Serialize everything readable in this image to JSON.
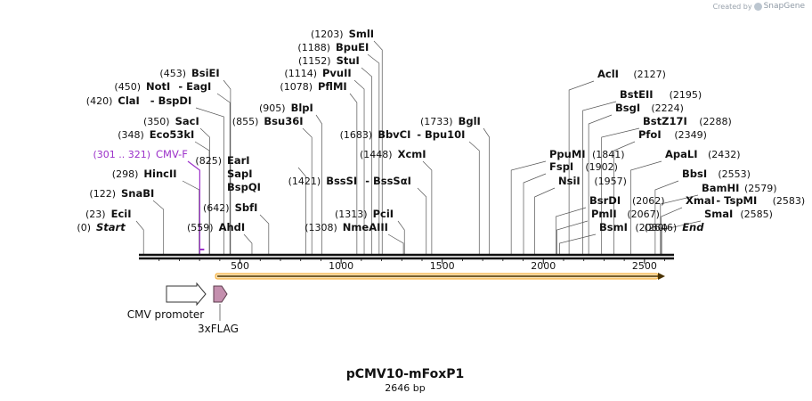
{
  "credit": {
    "created_by": "Created by",
    "brand": "SnapGene"
  },
  "plasmid": {
    "name": "pCMV10-mFoxP1",
    "length_label": "2646 bp",
    "length": 2646
  },
  "scale": {
    "ticks": [
      {
        "bp": 500,
        "label": "500"
      },
      {
        "bp": 1000,
        "label": "1000"
      },
      {
        "bp": 1500,
        "label": "1500"
      },
      {
        "bp": 2000,
        "label": "2000"
      },
      {
        "bp": 2500,
        "label": "2500"
      }
    ]
  },
  "sites": [
    {
      "name": "Start",
      "pos": "(0)",
      "bp": 0,
      "kind": "endpoint"
    },
    {
      "name": "EciI",
      "pos": "(23)",
      "bp": 23
    },
    {
      "name": "SnaBI",
      "pos": "(122)",
      "bp": 122
    },
    {
      "name": "HincII",
      "pos": "(298)",
      "bp": 298
    },
    {
      "name": "CMV-F",
      "pos": "(301 .. 321)",
      "bp": 301,
      "kind": "primer",
      "color": "#9b30c9"
    },
    {
      "name": "Eco53kI",
      "pos": "(348)",
      "bp": 348
    },
    {
      "name": "SacI",
      "pos": "(350)",
      "bp": 350
    },
    {
      "name": "ClaI",
      "name2": "BspDI",
      "pos": "(420)",
      "bp": 420
    },
    {
      "name": "NotI",
      "name2": "EagI",
      "pos": "(450)",
      "bp": 450
    },
    {
      "name": "BsiEI",
      "pos": "(453)",
      "bp": 453
    },
    {
      "name": "AhdI",
      "pos": "(559)",
      "bp": 559
    },
    {
      "name": "SbfI",
      "pos": "(642)",
      "bp": 642
    },
    {
      "name": "Bsu36I",
      "pos": "(855)",
      "bp": 855
    },
    {
      "name": "EarI",
      "name2": "SapI",
      "name3": "BspQI",
      "pos": "(825)",
      "bp": 825
    },
    {
      "name": "BlpI",
      "pos": "(905)",
      "bp": 905
    },
    {
      "name": "PflMI",
      "pos": "(1078)",
      "bp": 1078
    },
    {
      "name": "PvuII",
      "pos": "(1114)",
      "bp": 1114
    },
    {
      "name": "StuI",
      "pos": "(1152)",
      "bp": 1152
    },
    {
      "name": "BpuEI",
      "pos": "(1188)",
      "bp": 1188
    },
    {
      "name": "SmlI",
      "pos": "(1203)",
      "bp": 1203
    },
    {
      "name": "NmeAIII",
      "pos": "(1308)",
      "bp": 1308
    },
    {
      "name": "PciI",
      "pos": "(1313)",
      "bp": 1313
    },
    {
      "name": "BssSI",
      "name2": "BssSαI",
      "pos": "(1421)",
      "bp": 1421
    },
    {
      "name": "XcmI",
      "pos": "(1448)",
      "bp": 1448
    },
    {
      "name": "BbvCI",
      "name2": "Bpu10I",
      "pos": "(1683)",
      "bp": 1683
    },
    {
      "name": "BglI",
      "pos": "(1733)",
      "bp": 1733
    },
    {
      "name": "PpuMI",
      "pos": "(1841)",
      "bp": 1841
    },
    {
      "name": "FspI",
      "pos": "(1902)",
      "bp": 1902
    },
    {
      "name": "NsiI",
      "pos": "(1957)",
      "bp": 1957
    },
    {
      "name": "BsrDI",
      "pos": "(2062)",
      "bp": 2062
    },
    {
      "name": "PmlI",
      "pos": "(2067)",
      "bp": 2067
    },
    {
      "name": "BsmI",
      "pos": "(2080)",
      "bp": 2080
    },
    {
      "name": "AclI",
      "pos": "(2127)",
      "bp": 2127
    },
    {
      "name": "BstEII",
      "pos": "(2195)",
      "bp": 2195
    },
    {
      "name": "BsgI",
      "pos": "(2224)",
      "bp": 2224
    },
    {
      "name": "BstZ17I",
      "pos": "(2288)",
      "bp": 2288
    },
    {
      "name": "PfoI",
      "pos": "(2349)",
      "bp": 2349
    },
    {
      "name": "ApaLI",
      "pos": "(2432)",
      "bp": 2432
    },
    {
      "name": "BbsI",
      "pos": "(2553)",
      "bp": 2553
    },
    {
      "name": "BamHI",
      "pos": "(2579)",
      "bp": 2579
    },
    {
      "name": "XmaI",
      "name2": "TspMI",
      "pos": "(2583)",
      "bp": 2583
    },
    {
      "name": "SmaI",
      "pos": "(2585)",
      "bp": 2585
    },
    {
      "name": "End",
      "pos": "(2646)",
      "bp": 2646,
      "kind": "endpoint"
    }
  ],
  "features": [
    {
      "name": "CMV promoter",
      "start": 204,
      "end": 379,
      "color": "#ffffff",
      "stroke": "#333333"
    },
    {
      "name": "3xFLAG",
      "start": 379,
      "end": 448,
      "color": "#c48fae",
      "stroke": "#5a3a4a"
    }
  ],
  "orf": {
    "start": 379,
    "end": 2646,
    "color": "#f5a623"
  },
  "colors": {
    "backbone": "#111111",
    "primer": "#9b30c9",
    "text": "#111111"
  }
}
